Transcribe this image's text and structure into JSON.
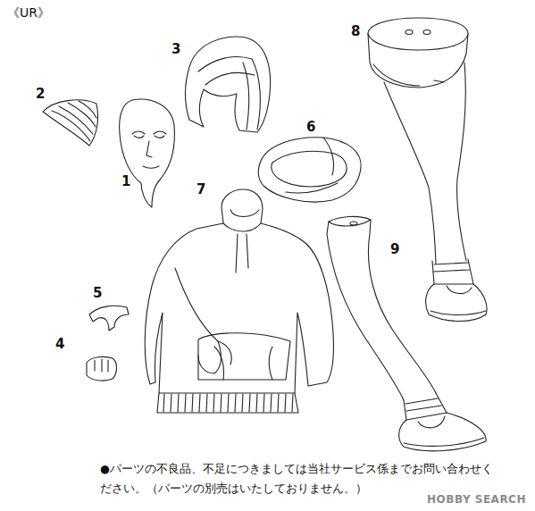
{
  "diagram": {
    "title": "《UR》",
    "labels": [
      "2",
      "1",
      "3",
      "8",
      "6",
      "7",
      "9",
      "5",
      "4",
      "●パーツの不良品、不足につきましては当社サービス係までお問い合わせください。（パーツの別売はいたしておりません。）",
      "HOBBY SEARCH"
    ]
  }
}
